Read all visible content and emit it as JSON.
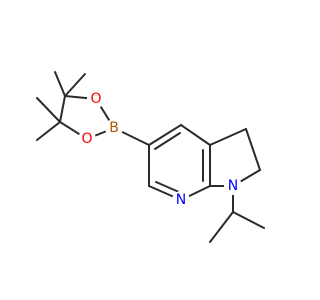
{
  "atoms": [
    {
      "id": "B",
      "label": "B",
      "color": "#b35900"
    },
    {
      "id": "O1",
      "label": "O",
      "color": "#ff0000"
    },
    {
      "id": "O2",
      "label": "O",
      "color": "#ff0000"
    },
    {
      "id": "N_pyr",
      "label": "N",
      "color": "#0000ff"
    },
    {
      "id": "N_amine",
      "label": "N",
      "color": "#0000ff"
    }
  ]
}
